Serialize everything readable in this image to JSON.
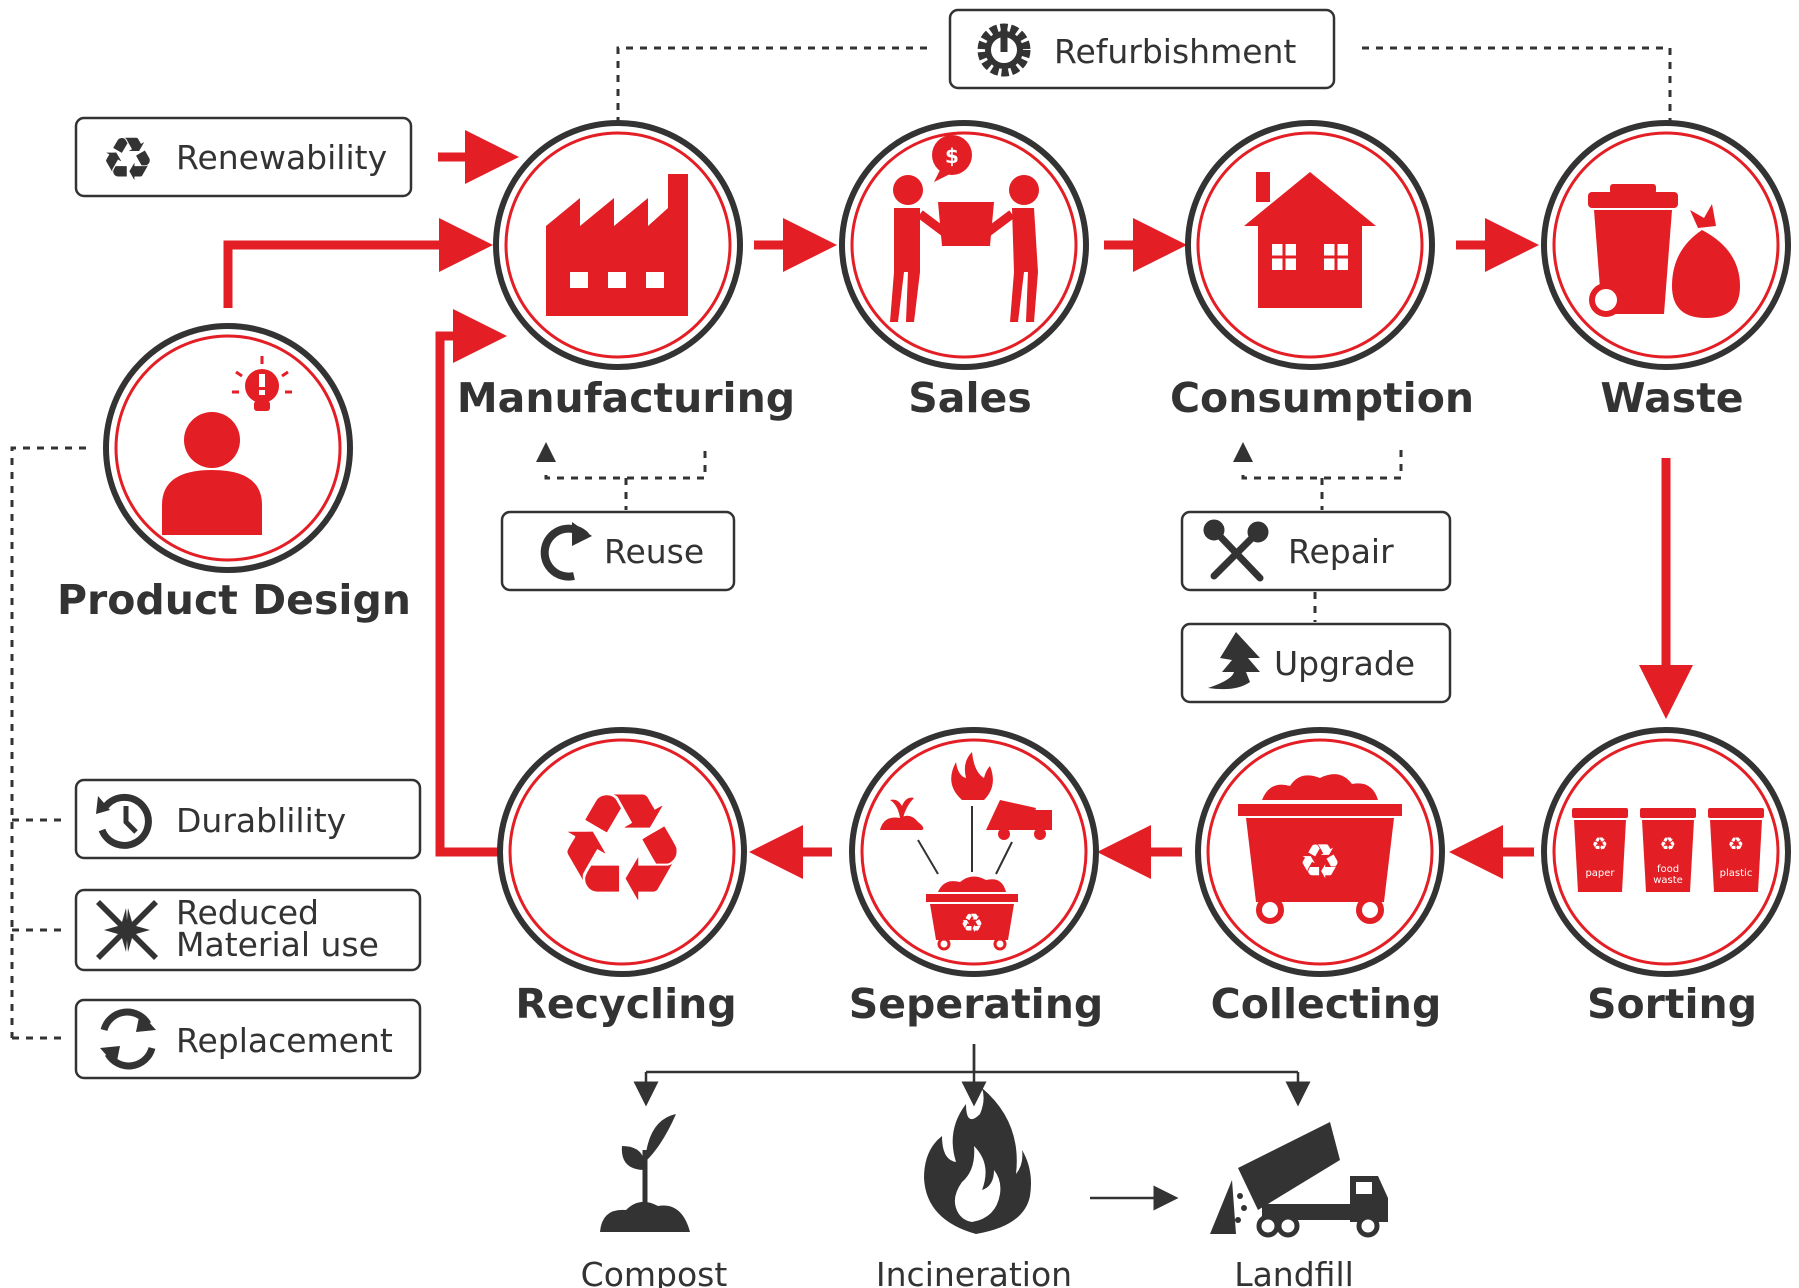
{
  "colors": {
    "accent": "#e31e24",
    "dark": "#333333",
    "light": "#ffffff"
  },
  "stages": {
    "product_design": "Product Design",
    "manufacturing": "Manufacturing",
    "sales": "Sales",
    "consumption": "Consumption",
    "waste": "Waste",
    "sorting": "Sorting",
    "collecting": "Collecting",
    "seperating": "Seperating",
    "recycling": "Recycling"
  },
  "boxes": {
    "refurbishment": "Refurbishment",
    "renewability": "Renewability",
    "reuse": "Reuse",
    "repair": "Repair",
    "upgrade": "Upgrade",
    "durability": "Durablility",
    "reduced_line1": "Reduced",
    "reduced_line2": "Material use",
    "replacement": "Replacement"
  },
  "bins": {
    "paper": "paper",
    "food_1": "food",
    "food_2": "waste",
    "plastic": "plastic"
  },
  "outcomes": {
    "compost": "Compost",
    "incineration": "Incineration",
    "landfill": "Landfill"
  },
  "icons": {
    "product_design": "person-lightbulb-icon",
    "manufacturing": "factory-icon",
    "sales": "people-exchange-icon",
    "consumption": "house-icon",
    "waste": "trash-bin-bag-icon",
    "sorting": "sorting-bins-icon",
    "collecting": "dumpster-icon",
    "seperating": "separation-icon",
    "recycling": "recycle-icon"
  }
}
